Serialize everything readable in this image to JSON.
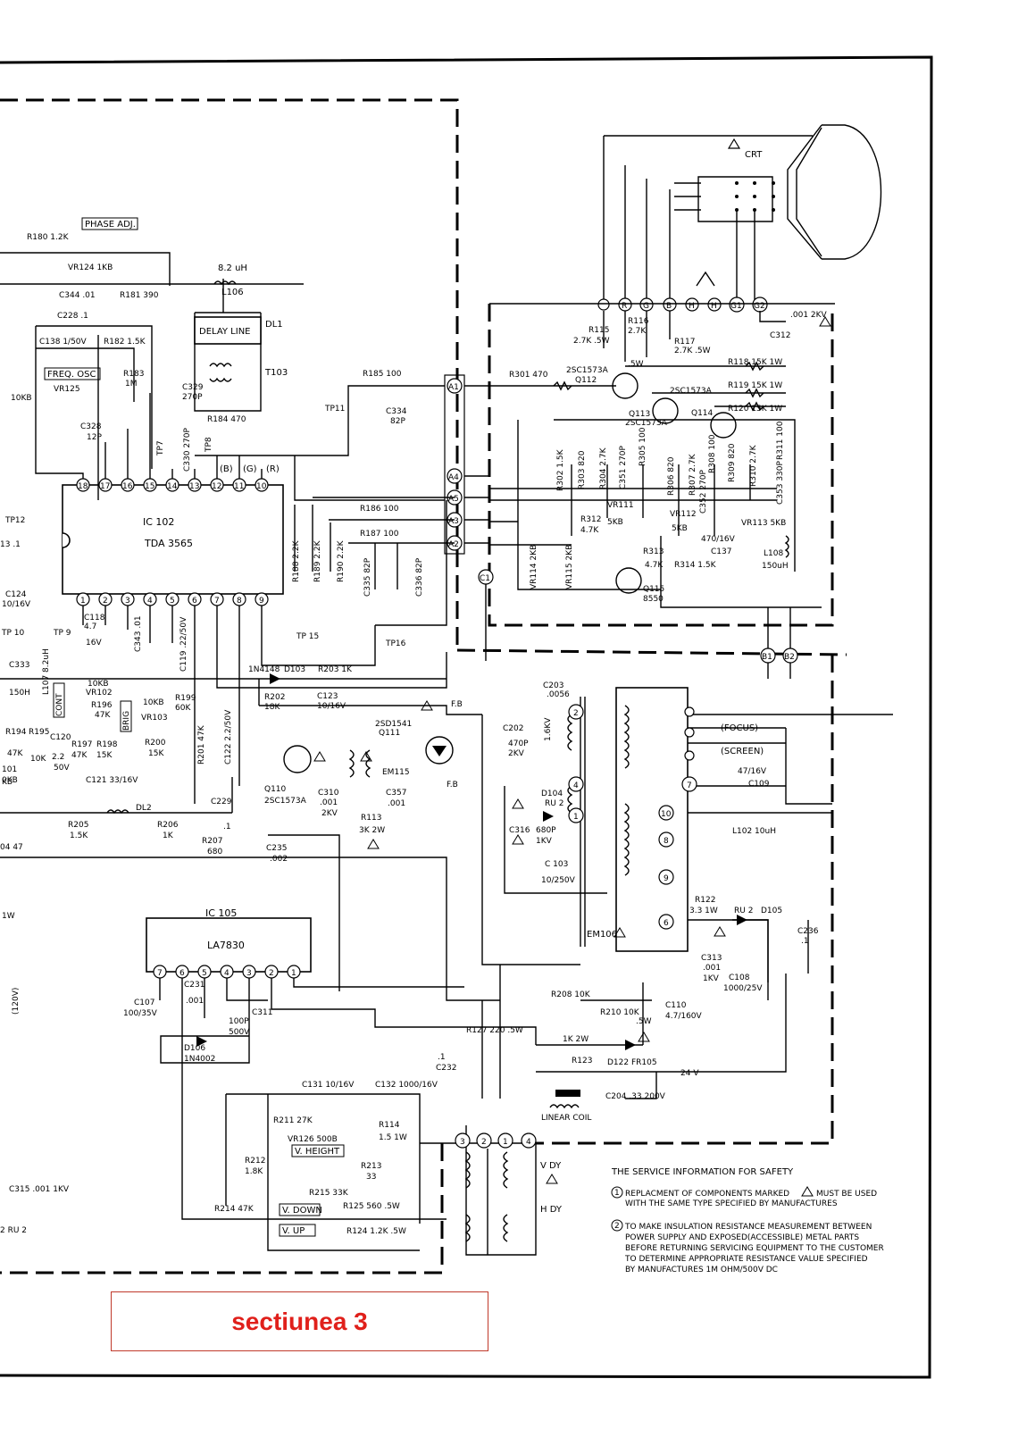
{
  "caption": "sectiunea 3",
  "colors": {
    "ink": "#000000",
    "caption_red": "#e0201b",
    "caption_border": "#c0392b"
  },
  "crt": {
    "label": "CRT",
    "pins": [
      "R",
      "G",
      "B",
      "H",
      "H",
      "G1",
      "G2"
    ]
  },
  "ic102": {
    "ref": "IC 102",
    "part": "TDA 3565",
    "top_pins": [
      "18",
      "17",
      "16",
      "15",
      "14",
      "13",
      "12",
      "11",
      "10"
    ],
    "bottom_pins": [
      "1",
      "2",
      "3",
      "4",
      "5",
      "6",
      "7",
      "8",
      "9"
    ],
    "top_signals": [
      "(B)",
      "(G)",
      "(R)"
    ]
  },
  "ic105": {
    "ref": "IC 105",
    "part": "LA7830",
    "pins": [
      "7",
      "6",
      "5",
      "4",
      "3",
      "2",
      "1"
    ]
  },
  "delay_line": {
    "label": "DELAY LINE",
    "ref": "DL1",
    "inductor": "L106",
    "inductor_value": "8.2 uH",
    "transformer": "T103"
  },
  "boxed_labels": {
    "phase": "PHASE ADJ.",
    "freq": "FREQ. OSC",
    "cont": "CONT",
    "brig": "BRIG",
    "vheight": "V. HEIGHT",
    "vdown": "V. DOWN",
    "vup": "V. UP"
  },
  "connectors": [
    "A1",
    "A4",
    "A5",
    "A3",
    "A2",
    "C1",
    "B1",
    "B2"
  ],
  "fbt": {
    "ref": "EM106",
    "pins": [
      "2",
      "4",
      "1",
      "7",
      "10",
      "8",
      "9",
      "6"
    ],
    "focus": "(FOCUS)",
    "screen": "(SCREEN)"
  },
  "yoke": {
    "pins": [
      "3",
      "2",
      "1",
      "4"
    ],
    "vdy": "V DY",
    "hdy": "H DY"
  },
  "labels_top": [
    "R180  1.2K",
    "VR124 1KB",
    "C344 .01",
    "R181  390",
    "C228  .1",
    "C138  1/50V",
    "R182  1.5K",
    "R183",
    "1M",
    "VR125",
    "10KB",
    "C329",
    "270P",
    "R184  470",
    "C328",
    "12P",
    "TP7",
    "TP8",
    "C330 270P",
    "TP11",
    "R185  100",
    "C334",
    "82P",
    "TP12",
    "R186  100",
    "R187  100",
    "R188 2.2K",
    "R189 2.2K",
    "R190 2.2K",
    "C335 82P",
    "C336 82P",
    "C124",
    "10/16V",
    "TP 10",
    "TP 9",
    "C118",
    "4.7",
    "16V",
    "C343 .01",
    "C119 .22/50V",
    "TP 15",
    "TP16"
  ],
  "labels_video": [
    "R115",
    "2.7K  .5W",
    "R116",
    "2.7K",
    "R117",
    "2.7K  .5W",
    ".5W",
    "R301  470",
    "2SC1573A",
    "Q112",
    "2SC1573A",
    "Q113",
    "2SC1573A",
    "Q114",
    "R118  15K 1W",
    "R119  15K 1W",
    "R120  15K 1W",
    "C312",
    ".001  2KV",
    "R302  1.5K",
    "R303  820",
    "R304  2.7K",
    "C351  270P",
    "R305  100",
    "R306  820",
    "R307  2.7K",
    "R308 100",
    "R309  820",
    "R310  2.7K",
    "R311  100",
    "C353  330P",
    "C352  270P",
    "VR111",
    "5KB",
    "VR112",
    "5KB",
    "VR113  5KB",
    "R312",
    "4.7K",
    "470/16V",
    "C137",
    "L108",
    "150uH",
    "R313",
    "4.7K",
    "R314  1.5K",
    "VR114  2KB",
    "VR115  2KB",
    "Q115",
    "8550"
  ],
  "labels_deflection": [
    "1N4148",
    "D103",
    "R203  1K",
    "R202",
    "18K",
    "C123",
    "10/16V",
    "C203",
    ".0056",
    "1.6KV",
    "2SD1541",
    "Q111",
    "F.B",
    "F.B",
    "C202",
    "470P",
    "2KV",
    "10KB",
    "VR102",
    "R196",
    "47K",
    "10KB",
    "VR103",
    "R199",
    "60K",
    "R200",
    "15K",
    "R201  47K",
    "C122  2.2/50V",
    "R194",
    "R195",
    "C120",
    "2.2",
    "50V",
    "47K",
    "10K",
    "R197",
    "47K",
    "R198",
    "15K",
    "C121  33/16V",
    "Q110",
    "2SC1573A",
    "C310",
    ".001",
    "2KV",
    "EM115",
    "C357",
    ".001",
    "R113",
    "3K  2W",
    "R205",
    "1.5K",
    "R206",
    "1K",
    "DL2",
    "C229",
    ".1",
    "R207",
    "680",
    "C235",
    ".002",
    "D104",
    "RU 2",
    "C316",
    "680P",
    "1KV",
    "C 103",
    "10/250V",
    "47/16V",
    "C109",
    "L102  10uH",
    "L107  8.2uH",
    "150H",
    "C333",
    "KB"
  ],
  "labels_vertical": [
    "C107",
    "100/35V",
    "C231",
    ".001",
    "100P",
    "500V",
    "C311",
    "D106",
    "1N4002",
    "R208  10K",
    "R122",
    "3.3  1W",
    "RU 2",
    "D105",
    "C236",
    ".1",
    "C313",
    ".001",
    "1KV",
    "C108",
    "1000/25V",
    "C110",
    "4.7/160V",
    "R210  10K",
    ".5W",
    "R127  220  .5W",
    "1K  2W",
    "R123",
    "D122  FR105",
    "24 V",
    ".1",
    "C232",
    "C131  10/16V",
    "C132  1000/16V",
    "C204  .33  200V",
    "LINEAR  COIL",
    "R211  27K",
    "VR126  500B",
    "R114",
    "1.5  1W",
    "R212",
    "1.8K",
    "R213",
    "33",
    "R215  33K",
    "R214  47K",
    "R125  560  .5W",
    "R124  1.2K  .5W",
    "C315  .001  1KV",
    "2 RU 2",
    "(120V)",
    "04  47",
    "1W",
    "13  .1",
    "101",
    "0KB"
  ],
  "safety": {
    "title": "THE SERVICE INFORMATION FOR SAFETY",
    "item1_line1": "REPLACMENT OF COMPONENTS MARKED",
    "item1_line1b": "MUST BE USED",
    "item1_line2": "WITH THE SAME TYPE SPECIFIED BY MANUFACTURES",
    "item2_line1": "TO MAKE INSULATION RESISTANCE MEASUREMENT BETWEEN",
    "item2_line2": "POWER SUPPLY AND EXPOSED(ACCESSIBLE) METAL PARTS",
    "item2_line3": "BEFORE RETURNING SERVICING EQUIPMENT TO THE CUSTOMER",
    "item2_line4": "TO DETERMINE APPROPRIATE RESISTANCE VALUE SPECIFIED",
    "item2_line5": "BY MANUFACTURES  1M OHM/500V DC"
  }
}
